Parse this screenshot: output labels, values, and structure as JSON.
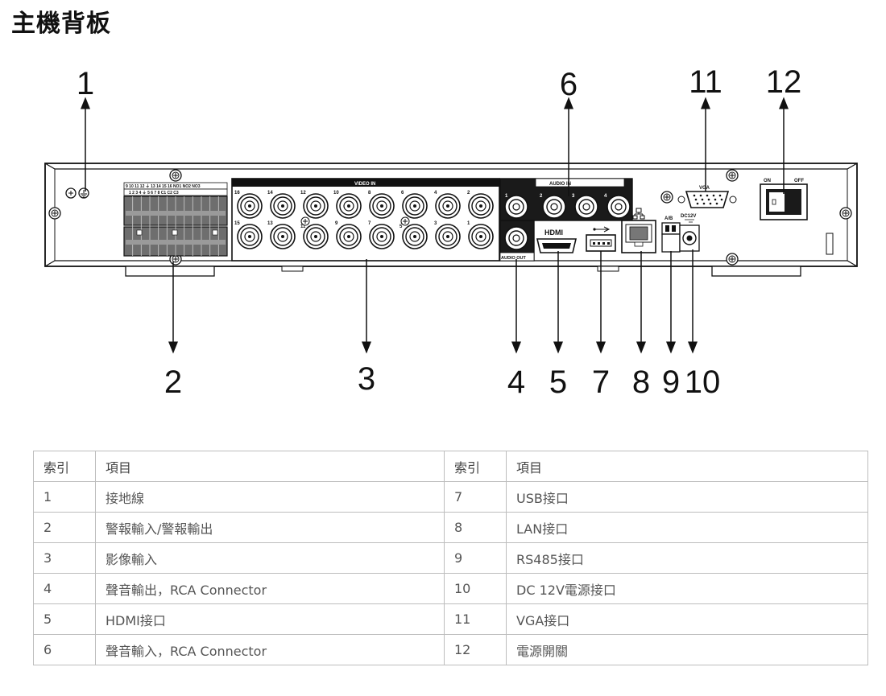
{
  "title": "主機背板",
  "diagram": {
    "callouts": [
      "1",
      "2",
      "3",
      "4",
      "5",
      "6",
      "7",
      "8",
      "9",
      "10",
      "11",
      "12"
    ],
    "panel_labels": {
      "video_in": "VIDEO IN",
      "audio_in": "AUDIO IN",
      "audio_out": "AUDIO OUT",
      "vga": "VGA",
      "on": "ON",
      "off": "OFF",
      "ab": "A/B",
      "dc12v": "DC12V",
      "hdmi": "HDMI",
      "alarm_top": "9 10 11 12 ⏚ 13 14 15 16 NO1 NO2 NO3",
      "alarm_bottom": "1 2 3 4 ⏚ 5 6 7 8 C1 C2 C3",
      "bnc_top_numbers": [
        "16",
        "14",
        "12",
        "10",
        "8",
        "6",
        "4",
        "2"
      ],
      "bnc_bottom_numbers": [
        "15",
        "13",
        "11",
        "9",
        "7",
        "5",
        "3",
        "1"
      ],
      "audio_in_numbers": [
        "1",
        "2",
        "3",
        "4"
      ]
    }
  },
  "table": {
    "headers": [
      "索引",
      "項目",
      "索引",
      "項目"
    ],
    "rows": [
      {
        "i1": "1",
        "t1": "接地線",
        "i2": "7",
        "t2": "USB接口"
      },
      {
        "i1": "2",
        "t1": "警報輸入/警報輸出",
        "i2": "8",
        "t2": "LAN接口"
      },
      {
        "i1": "3",
        "t1": "影像輸入",
        "i2": "9",
        "t2": "RS485接口"
      },
      {
        "i1": "4",
        "t1": "聲音輸出，RCA Connector",
        "i2": "10",
        "t2": "DC 12V電源接口"
      },
      {
        "i1": "5",
        "t1": "HDMI接口",
        "i2": "11",
        "t2": "VGA接口"
      },
      {
        "i1": "6",
        "t1": "聲音輸入，RCA Connector",
        "i2": "12",
        "t2": "電源開關"
      }
    ]
  }
}
